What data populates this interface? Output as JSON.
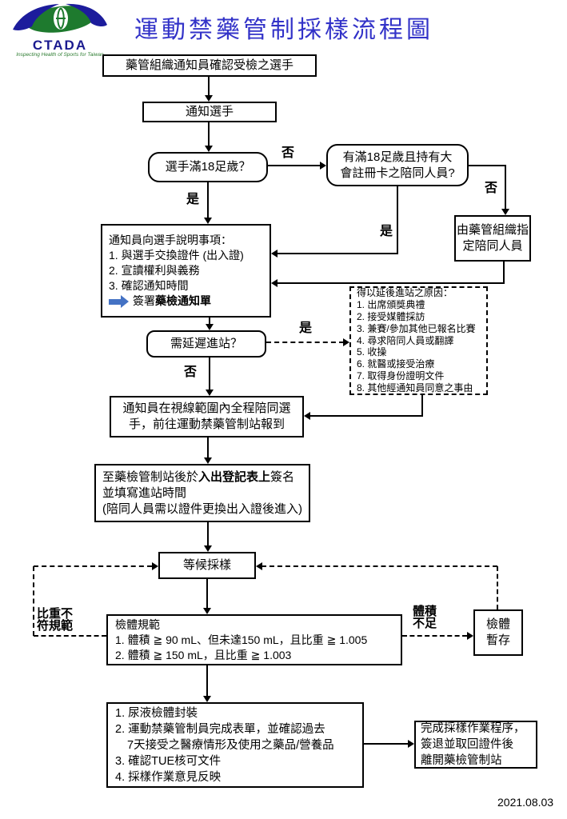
{
  "logo": {
    "acronym": "CTADA",
    "tagline": "Inspecting Health of Sports for Taiwan"
  },
  "title": "運動禁藥管制採樣流程圖",
  "date": "2021.08.03",
  "labels": {
    "yes": "是",
    "no": "否"
  },
  "colors": {
    "title_blue": "#3232c8",
    "accent_arrow_blue": "#4472c4",
    "logo_green": "#1e7a2e",
    "logo_blue": "#1c1c9c"
  },
  "nodes": {
    "confirm": "藥管組織通知員確認受檢之選手",
    "notify": "通知選手",
    "age_check": "選手滿18足歲？",
    "chaperone_check": {
      "line1": "有滿18足歲且持有大",
      "line2": "會註冊卡之陪同人員?"
    },
    "assign_chaperone": {
      "line1": "由藥管組織指",
      "line2": "定陪同人員"
    },
    "briefing": {
      "title": "通知員向選手說明事項：",
      "item1": "1. 與選手交換證件 (出入證)",
      "item2": "2. 宣讀權利與義務",
      "item3": "3. 確認通知時間",
      "sign_prefix": "簽署",
      "sign_bold": "藥檢通知單"
    },
    "delay_check": "需延遲進站？",
    "delay_reasons": {
      "title": "得以延後進站之原因：",
      "items": [
        "1. 出席頒獎典禮",
        "2. 接受媒體採訪",
        "3. 兼賽/參加其他已報名比賽",
        "4. 尋求陪同人員或翻譯",
        "5. 收操",
        "6. 就醫或接受治療",
        "7. 取得身份證明文件",
        "8. 其他經通知員同意之事由"
      ]
    },
    "escort": {
      "line1": "通知員在視線範圍內全程陪同選",
      "line2": "手，前往運動禁藥管制站報到"
    },
    "register": {
      "line1_prefix": "至藥檢管制站後於",
      "line1_bold": "入出登記表上",
      "line1_suffix": "簽名",
      "line2": "並填寫進站時間",
      "line3": "(陪同人員需以證件更換出入證後進入)"
    },
    "wait": "等候採樣",
    "spec": {
      "title": "檢體規範",
      "item1": "1. 體積 ≧ 90 mL、但未達150 mL，且比重 ≧ 1.005",
      "item2": "2. 體積 ≧ 150 mL，且比重 ≧ 1.003"
    },
    "gravity_fail": {
      "line1": "比重不",
      "line2": "符規範"
    },
    "volume_low": {
      "line1": "體積",
      "line2": "不足"
    },
    "temp_storage": {
      "line1": "檢體",
      "line2": "暫存"
    },
    "final_steps": {
      "item1": "1. 尿液檢體封裝",
      "item2": "2. 運動禁藥管制員完成表單，並確認過去",
      "item2b": "7天接受之醫療情形及使用之藥品/營養品",
      "item3": "3. 確認TUE核可文件",
      "item4": "4. 採樣作業意見反映"
    },
    "complete": {
      "line1": "完成採樣作業程序，",
      "line2": "簽退並取回證件後",
      "line3": "離開藥檢管制站"
    }
  }
}
